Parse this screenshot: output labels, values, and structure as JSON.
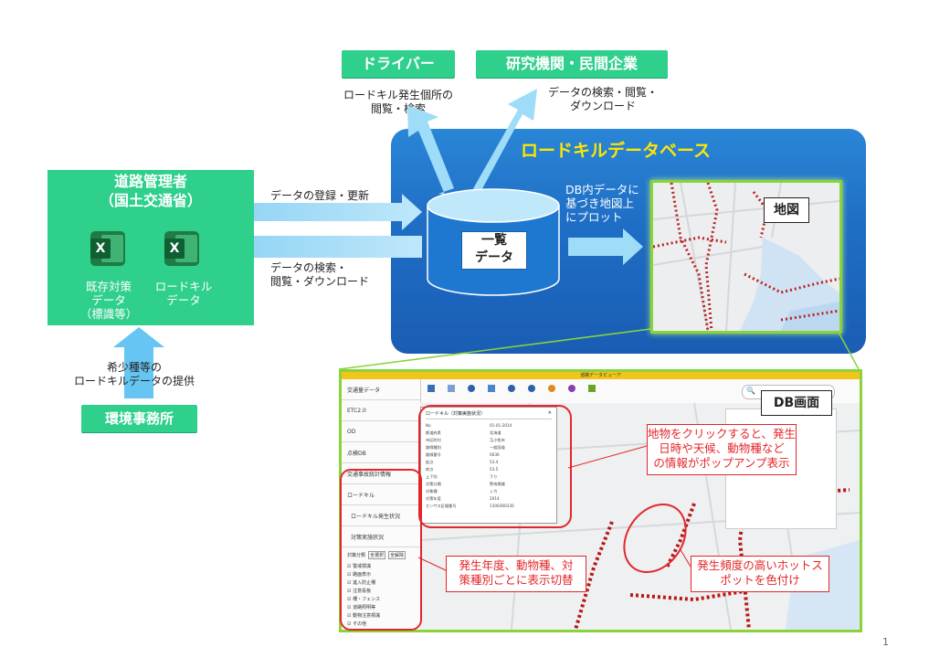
{
  "actors": {
    "driver": "ドライバー",
    "research": "研究機関・民間企業",
    "road_admin_line1": "道路管理者",
    "road_admin_line2": "（国土交通省）",
    "env_office": "環境事務所"
  },
  "notes": {
    "driver_line1": "ロードキル発生個所の",
    "driver_line2": "閲覧・検索",
    "research_line1": "データの検索・閲覧・",
    "research_line2": "ダウンロード",
    "register": "データの登録・更新",
    "search_line1": "データの検索・",
    "search_line2": "閲覧・ダウンロード",
    "env_line1": "希少種等の",
    "env_line2": "ロードキルデータの提供",
    "plot_line1": "DB内データに",
    "plot_line2": "基づき地図上",
    "plot_line3": "にプロット"
  },
  "excel": {
    "left_line1": "既存対策",
    "left_line2": "データ",
    "left_line3": "（標識等）",
    "right_line1": "ロードキル",
    "right_line2": "データ"
  },
  "database": {
    "title": "ロードキルデータベース",
    "cyl_line1": "一覧",
    "cyl_line2": "データ"
  },
  "labels": {
    "map": "地図",
    "db_screen": "DB画面"
  },
  "callouts": {
    "popup_line1": "地物をクリックすると、発生",
    "popup_line2": "日時や天候、動物種など",
    "popup_line3": "の情報がポップアンプ表示",
    "toggle_line1": "発生年度、動物種、対",
    "toggle_line2": "策種別ごとに表示切替",
    "hotspot_line1": "発生頻度の高いホットス",
    "hotspot_line2": "ポットを色付け"
  },
  "viewer": {
    "title": "道路データビューア",
    "layers": [
      "交通量データ",
      "ETC2.0",
      "OD",
      "点検DB",
      "交通事故統計情報",
      "ロードキル"
    ],
    "sub_layers": [
      "ロードキル発生状況",
      "対策実施状況"
    ],
    "measure_label": "対策分類",
    "measure_buttons": [
      "全選択",
      "全解除"
    ],
    "measures": [
      "警戒標識",
      "路面表示",
      "進入防止柵",
      "注意看板",
      "柵・フェンス",
      "道路照明等",
      "動物注意標識",
      "その他"
    ],
    "popup_title": "ロードキル（対策実施状況）",
    "popup_rows": [
      [
        "No",
        "01-01-2014"
      ],
      [
        "都道府県",
        "北海道"
      ],
      [
        "市区町村",
        "苫小牧市"
      ],
      [
        "路線種別",
        "一般国道"
      ],
      [
        "路線番号",
        "0036"
      ],
      [
        "起点",
        "53.4"
      ],
      [
        "終点",
        "53.5"
      ],
      [
        "上下別",
        "下り"
      ],
      [
        "対策分類",
        "警戒標識"
      ],
      [
        "対象種",
        "シカ"
      ],
      [
        "対策年度",
        "2014"
      ],
      [
        "センサス区間番号",
        "1300360330"
      ]
    ]
  },
  "page_number": "1",
  "colors": {
    "green": "#2fcf8c",
    "blue": "#1f6fc6",
    "yellow_title": "#ffe600",
    "red": "#e3262a",
    "lime": "#8ad33a"
  }
}
